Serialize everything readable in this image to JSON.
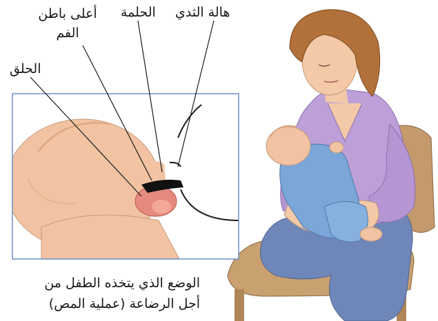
{
  "labels": {
    "areola": "هالة الثدي",
    "nipple": "الحلمة",
    "palate": "أعلى باطن الفم",
    "throat": "الحلق"
  },
  "caption": {
    "line1": "الوضع الذي يتخذه الطفل من",
    "line2": "أجل الرضاعة (عملية المص)"
  },
  "colors": {
    "frame": "#6b8fc8",
    "skin": "#f3c9a8",
    "baby_skin": "#f2c3a2",
    "mother_hair": "#b2713a",
    "shirt": "#bda0d8",
    "jeans": "#6f87b8",
    "baby_suit": "#7aa6d8",
    "chair": "#c49a6c"
  }
}
